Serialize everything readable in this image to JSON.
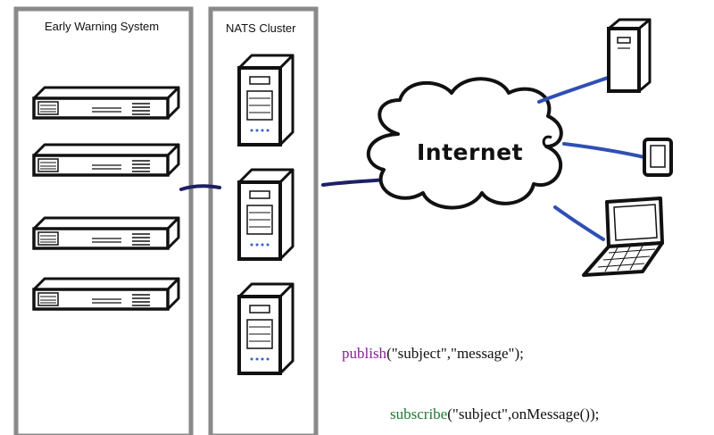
{
  "panels": {
    "ews_title": "Early Warning System",
    "nats_title": "NATS Cluster"
  },
  "cloud": {
    "label": "Internet"
  },
  "code": {
    "publish": {
      "fn": "publish",
      "args": "(\"subject\",\"message\");"
    },
    "subscribe": {
      "fn": "subscribe",
      "args": "(\"subject\",onMessage());"
    }
  },
  "colors": {
    "publish_fn": "#8a1c9a",
    "subscribe_fn": "#1c7a2e",
    "link_dark": "#1f1f66",
    "link_blue": "#2f4fb5",
    "outline": "#111111",
    "panel_border": "#8a8a8a"
  }
}
